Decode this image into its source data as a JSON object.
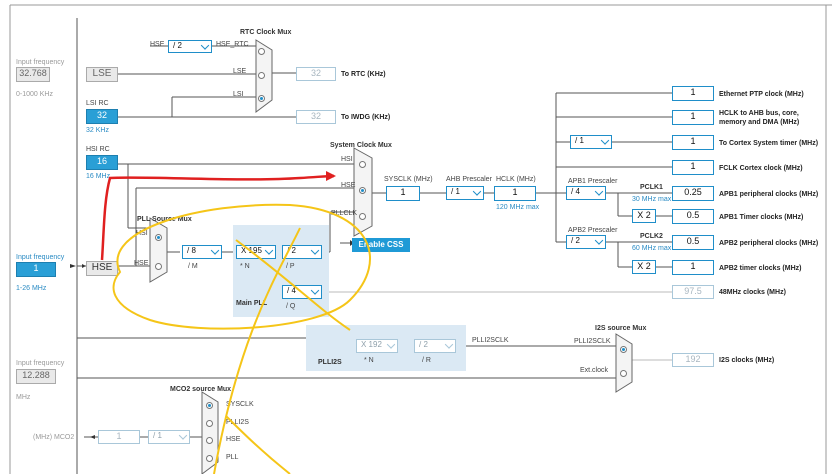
{
  "lse": {
    "freq_label": "Input frequency",
    "freq_value": "32.768",
    "range": "0-1000 KHz",
    "button": "LSE"
  },
  "lsi": {
    "label": "LSI RC",
    "value": "32",
    "unit": "32 KHz"
  },
  "hsi": {
    "label": "HSI RC",
    "value": "16",
    "unit": "16 MHz"
  },
  "hse": {
    "freq_label": "Input frequency",
    "freq_value": "1",
    "range": "1-26 MHz",
    "button": "HSE"
  },
  "i2s_ext": {
    "freq_label": "Input frequency",
    "freq_value": "12.288",
    "unit": "MHz"
  },
  "rtc": {
    "mux_title": "RTC Clock Mux",
    "hse_label": "HSE",
    "div_value": "/ 2",
    "hse_rtc_label": "HSE_RTC",
    "lse_label": "LSE",
    "lsi_label": "LSI",
    "value": "32",
    "out_label": "To RTC (KHz)"
  },
  "iwdg": {
    "value": "32",
    "out_label": "To IWDG (KHz)"
  },
  "sysmux": {
    "title": "System Clock Mux",
    "hsi": "HSI",
    "hse": "HSE",
    "pllclk": "PLLCLK"
  },
  "sysclk": {
    "label": "SYSCLK (MHz)",
    "value": "1"
  },
  "ahb": {
    "label": "AHB Prescaler",
    "value": "/ 1"
  },
  "hclk": {
    "label": "HCLK (MHz)",
    "value": "1",
    "max": "120 MHz max"
  },
  "enable_css": "Enable CSS",
  "pll": {
    "src_title": "PLL Source Mux",
    "hsi": "HSI",
    "hse": "HSE",
    "m_value": "/ 8",
    "m_label": "/ M",
    "n_value": "X 195",
    "n_label": "* N",
    "p_value": "/ 2",
    "p_label": "/ P",
    "q_value": "/ 4",
    "q_label": "/ Q",
    "main_label": "Main PLL",
    "q_out_value": "97.5",
    "q_out_label": "48MHz clocks (MHz)"
  },
  "plli2s": {
    "label": "PLLI2S",
    "n_value": "X 192",
    "n_label": "* N",
    "r_value": "/ 2",
    "r_label": "/ R",
    "clk_label": "PLLI2SCLK"
  },
  "i2s_mux": {
    "title": "I2S source Mux",
    "plli2sclk": "PLLI2SCLK",
    "ext": "Ext.clock",
    "value": "192",
    "out_label": "I2S clocks (MHz)"
  },
  "cortex": {
    "div": "/ 1"
  },
  "apb1": {
    "label": "APB1 Prescaler",
    "div": "/ 4",
    "max": "30 MHz max",
    "pclk_label": "PCLK1",
    "x2": "X 2"
  },
  "apb2": {
    "label": "APB2 Prescaler",
    "div": "/ 2",
    "max": "60 MHz max",
    "pclk_label": "PCLK2",
    "x2": "X 2"
  },
  "outputs": [
    {
      "value": "1",
      "label": "Ethernet PTP clock (MHz)"
    },
    {
      "value": "1",
      "label": "HCLK to AHB bus, core,"
    },
    {
      "value": "1",
      "label": "To Cortex System timer (MHz)"
    },
    {
      "value": "1",
      "label": "FCLK Cortex clock (MHz)"
    },
    {
      "value": "0.25",
      "label": "APB1 peripheral clocks (MHz)"
    },
    {
      "value": "0.5",
      "label": "APB1 Timer clocks (MHz)"
    },
    {
      "value": "0.5",
      "label": "APB2 peripheral clocks (MHz)"
    },
    {
      "value": "1",
      "label": "APB2 timer clocks (MHz)"
    }
  ],
  "hclk_label_line2": "memory and DMA (MHz)",
  "mco2": {
    "title": "MCO2 source Mux",
    "opts": [
      "SYSCLK",
      "PLLI2S",
      "HSE",
      "PLL"
    ],
    "div": "/ 1",
    "value": "1",
    "label": "(MHz) MCO2"
  },
  "colors": {
    "accent": "#1f8ec9",
    "filled": "#2a9fd6",
    "panel": "#dbe9f4",
    "annotation_red": "#e02020",
    "annotation_yellow": "#f5c518"
  }
}
